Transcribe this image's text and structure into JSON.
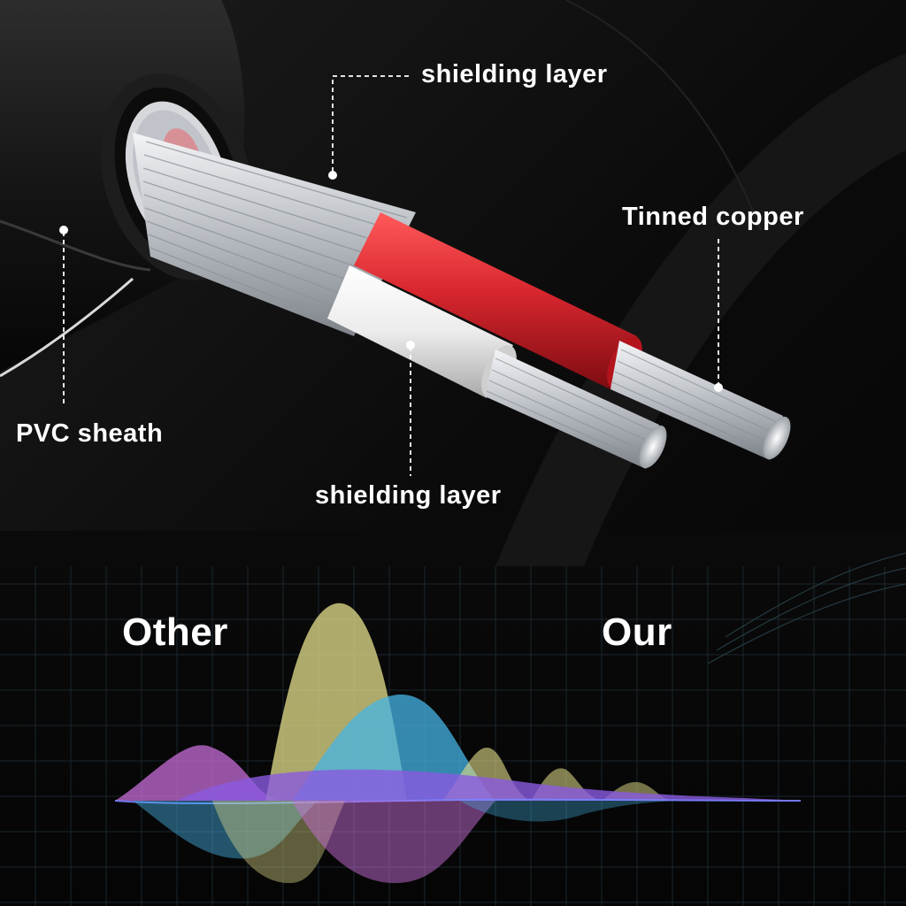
{
  "callouts": {
    "shielding_top": "shielding layer",
    "tinned_copper": "Tinned copper",
    "pvc_sheath": "PVC sheath",
    "shielding_bottom": "shielding layer"
  },
  "comparison": {
    "left_label": "Other",
    "right_label": "Our"
  },
  "colors": {
    "background": "#0a0a0a",
    "red_insulation": "#d8262e",
    "white_insulation": "#f1f1f1",
    "strands": "#c9cdd2",
    "wave_yellow": "#e6e08c",
    "wave_blue": "#46b4e6",
    "wave_purple": "#8a5ae0",
    "wave_pink": "#c86ed8"
  }
}
